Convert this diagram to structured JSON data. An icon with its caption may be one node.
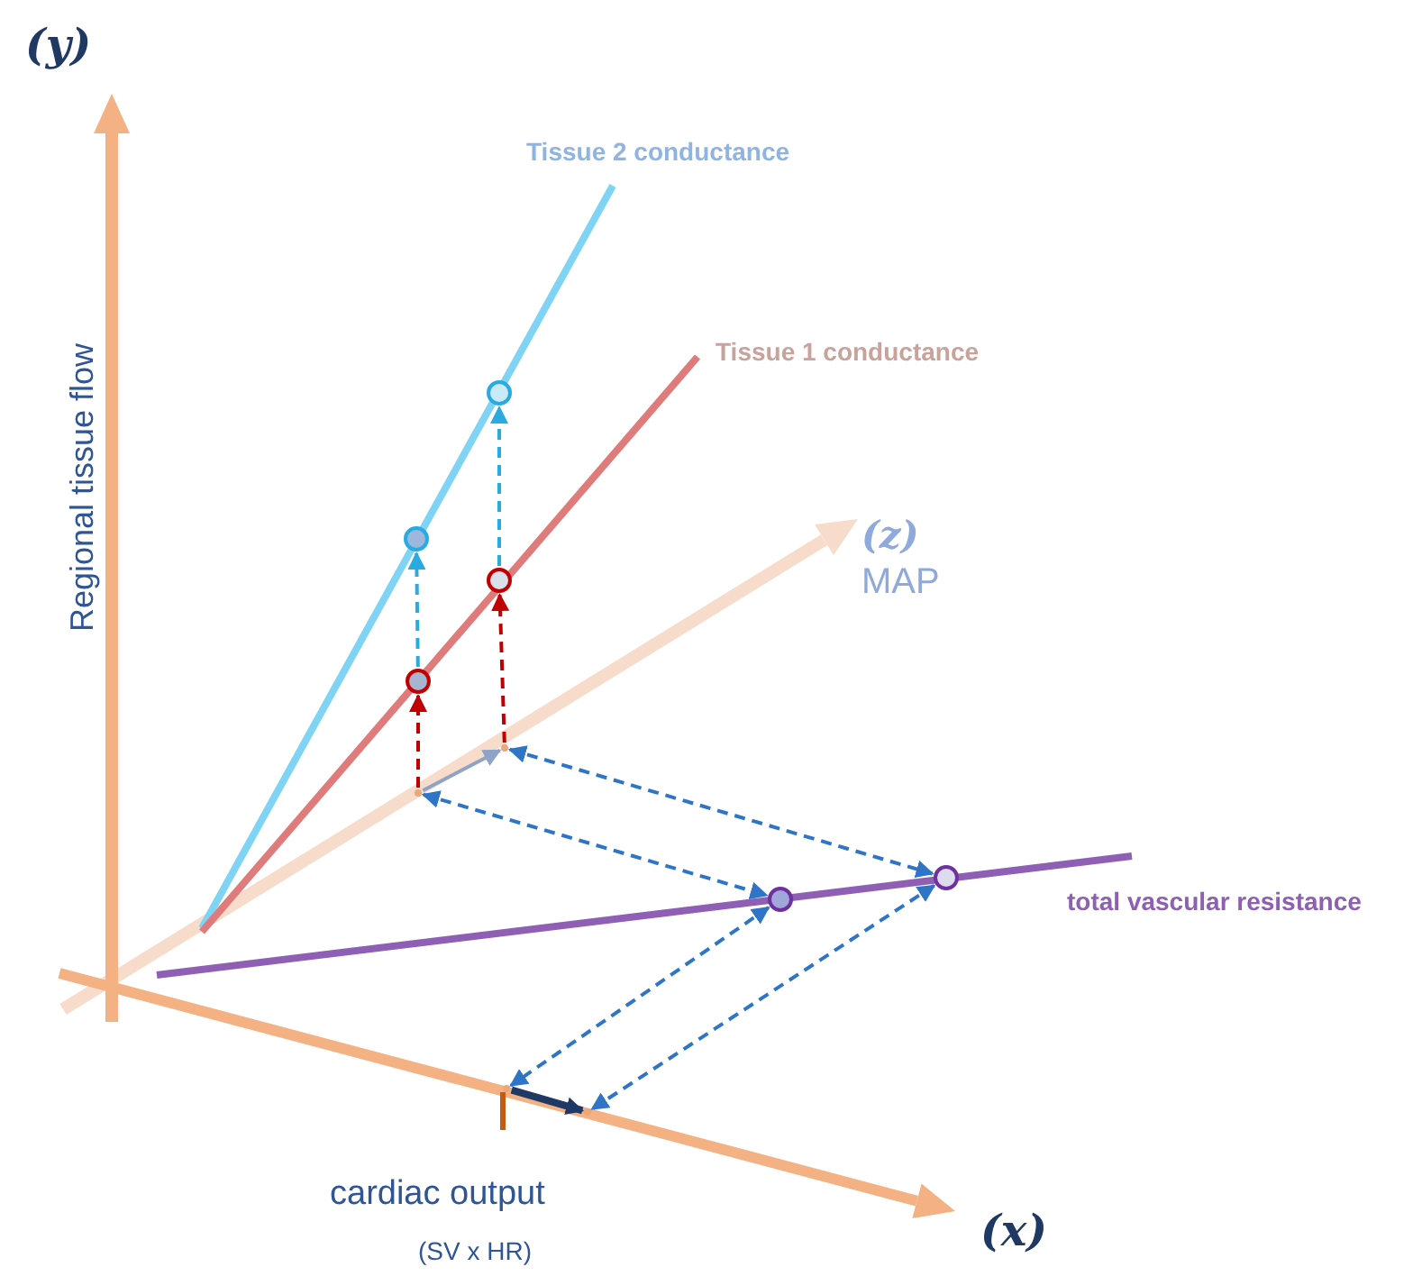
{
  "diagram": {
    "nodes": [
      {
        "text": [],
        "shape": "circle"
      },
      {
        "text": [],
        "shape": "circle"
      },
      {
        "text": [],
        "shape": "circle"
      },
      {
        "text": [],
        "shape": "circle"
      },
      {
        "text": [],
        "shape": "point"
      },
      {
        "text": [],
        "shape": "point"
      },
      {
        "text": [],
        "shape": "circle"
      },
      {
        "text": [],
        "shape": "circle"
      },
      {
        "text": [],
        "shape": "point"
      },
      {
        "text": [],
        "shape": "point"
      }
    ],
    "edges": [
      {
        "from": 3,
        "to": 1,
        "arrow": "to",
        "style": "dashed",
        "color": "#29abe2"
      },
      {
        "from": 2,
        "to": 0,
        "arrow": "to",
        "style": "dashed",
        "color": "#29abe2"
      },
      {
        "from": 5,
        "to": 3,
        "arrow": "to",
        "style": "dashed",
        "color": "#c00000"
      },
      {
        "from": 4,
        "to": 2,
        "arrow": "to",
        "style": "dashed",
        "color": "#c00000"
      },
      {
        "from": 5,
        "to": 7,
        "arrow": "both",
        "style": "dashed"
      },
      {
        "from": 4,
        "to": 6,
        "arrow": "both",
        "style": "dashed"
      },
      {
        "from": 7,
        "to": 8,
        "arrow": "both",
        "style": "dashed"
      },
      {
        "from": 6,
        "to": 9,
        "arrow": "both",
        "style": "dashed"
      },
      {
        "from": 5,
        "to": 4,
        "arrow": "to",
        "color": "#8fa3c8"
      },
      {
        "from": 8,
        "to": 9,
        "arrow": "to",
        "style": "thick",
        "color": "#1f3864"
      }
    ],
    "labels": [
      "(y)",
      "Tissue 2 conductance",
      "Tissue 1 conductance",
      "(z)",
      "MAP",
      "Regional tissue flow",
      "total vascular resistance",
      "cardiac output",
      "(x)",
      "(SV x HR)"
    ]
  }
}
